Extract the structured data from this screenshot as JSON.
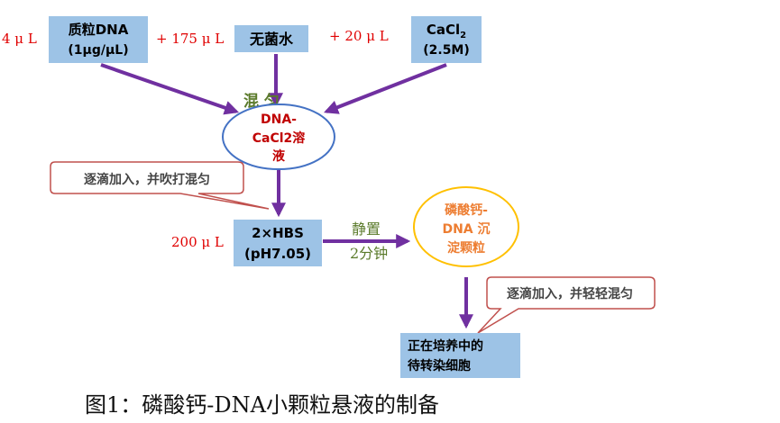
{
  "diagram": {
    "reagents": {
      "dna": {
        "line1": "质粒DNA",
        "line2": "(1μg/μL)",
        "amount": "4 μ L"
      },
      "water": {
        "label": "无菌水",
        "amount": "+ 175 μ L"
      },
      "cacl2": {
        "line1_main": "CaCl",
        "line1_sub": "2",
        "line2": "(2.5M)",
        "amount": "+  20 μ L"
      }
    },
    "mix_label": "混  匀",
    "dna_cacl2_solution": {
      "line1": "DNA-",
      "line2": "CaCl2溶",
      "line3": "液"
    },
    "callout_dropwise_pipette": "逐滴加入，并吹打混匀",
    "hbs": {
      "line1": "2×HBS",
      "line2": "(pH7.05)",
      "amount": "200 μ L"
    },
    "standing": {
      "line1": "静置",
      "line2": "2分钟"
    },
    "precipitate": {
      "line1": "磷酸钙-",
      "line2": "DNA 沉",
      "line3": "淀颗粒"
    },
    "callout_dropwise_gentle": "逐滴加入，并轻轻混匀",
    "target_cells": {
      "line1": "正在培养中的",
      "line2": "待转染细胞"
    },
    "colors": {
      "box_fill": "#9dc3e6",
      "arrow": "#7030a0",
      "red_text": "#e00000",
      "green_text": "#5a7a2a",
      "ellipse_stroke": "#4472c4",
      "orange_text": "#ed7d31",
      "orange_stroke": "#ffc000",
      "callout_stroke": "#c0504d"
    }
  },
  "caption": "图1：磷酸钙-DNA小颗粒悬液的制备"
}
